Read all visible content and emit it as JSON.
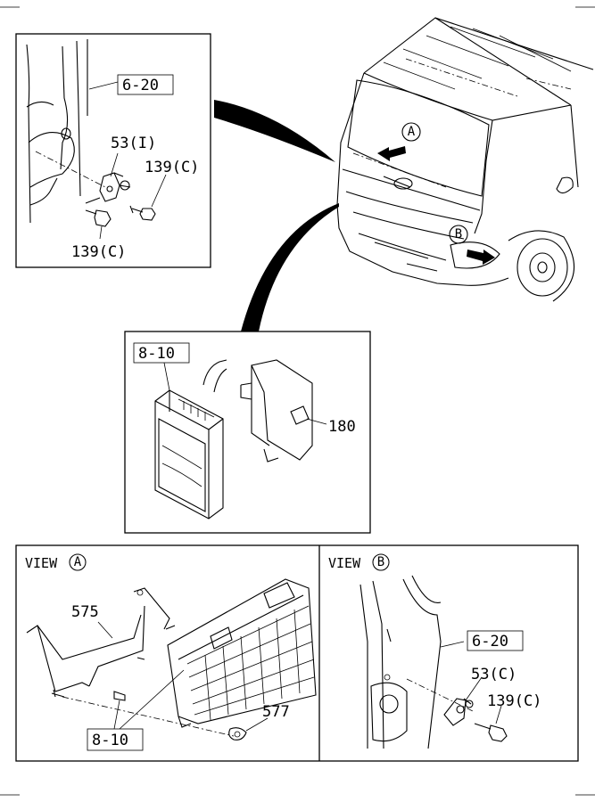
{
  "callouts": {
    "ref_6_20_top": "6-20",
    "part_53_i": "53(I)",
    "part_139c_top": "139(C)",
    "part_139c_bottom": "139(C)",
    "ref_8_10_mid": "8-10",
    "part_180": "180",
    "view_a_title": "VIEW",
    "view_a_letter": "A",
    "part_575": "575",
    "part_577": "577",
    "ref_8_10_bottom": "8-10",
    "view_b_title": "VIEW",
    "view_b_letter": "B",
    "ref_6_20_b": "6-20",
    "part_53_c": "53(C)",
    "part_139c_b": "139(C)",
    "marker_a": "A",
    "marker_b": "B"
  }
}
